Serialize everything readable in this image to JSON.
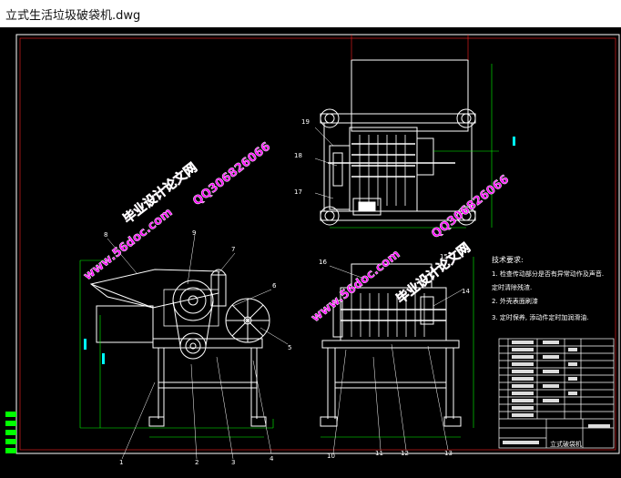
{
  "window": {
    "title": "立式生活垃圾破袋机.dwg"
  },
  "watermark": {
    "site": "www.56doc.com",
    "qq": "QQ306826066",
    "brand": "毕业设计论文网"
  },
  "part_labels": {
    "left": [
      "8",
      "9",
      "7",
      "6",
      "5",
      "1",
      "2",
      "3",
      "4"
    ],
    "top": [
      "19",
      "18",
      "17"
    ],
    "right": [
      "15",
      "16",
      "14",
      "10",
      "11",
      "12",
      "13"
    ]
  },
  "tech_notes": {
    "title": "技术要求:",
    "items": [
      "1. 检查传动部分是否有异常动作及声音.",
      "    定时清除残渣.",
      "2. 外壳表面刷漆",
      "3. 定时保养, 添动件定时加润滑油."
    ]
  },
  "title_block": {
    "name": "立式破袋机"
  },
  "colors": {
    "bg": "#000000",
    "line": "#ffffff",
    "accent_red": "#ff2020",
    "cyan": "#00ffff",
    "green": "#00ff00",
    "yellow": "#ffff00",
    "magenta": "#ff00ff"
  }
}
